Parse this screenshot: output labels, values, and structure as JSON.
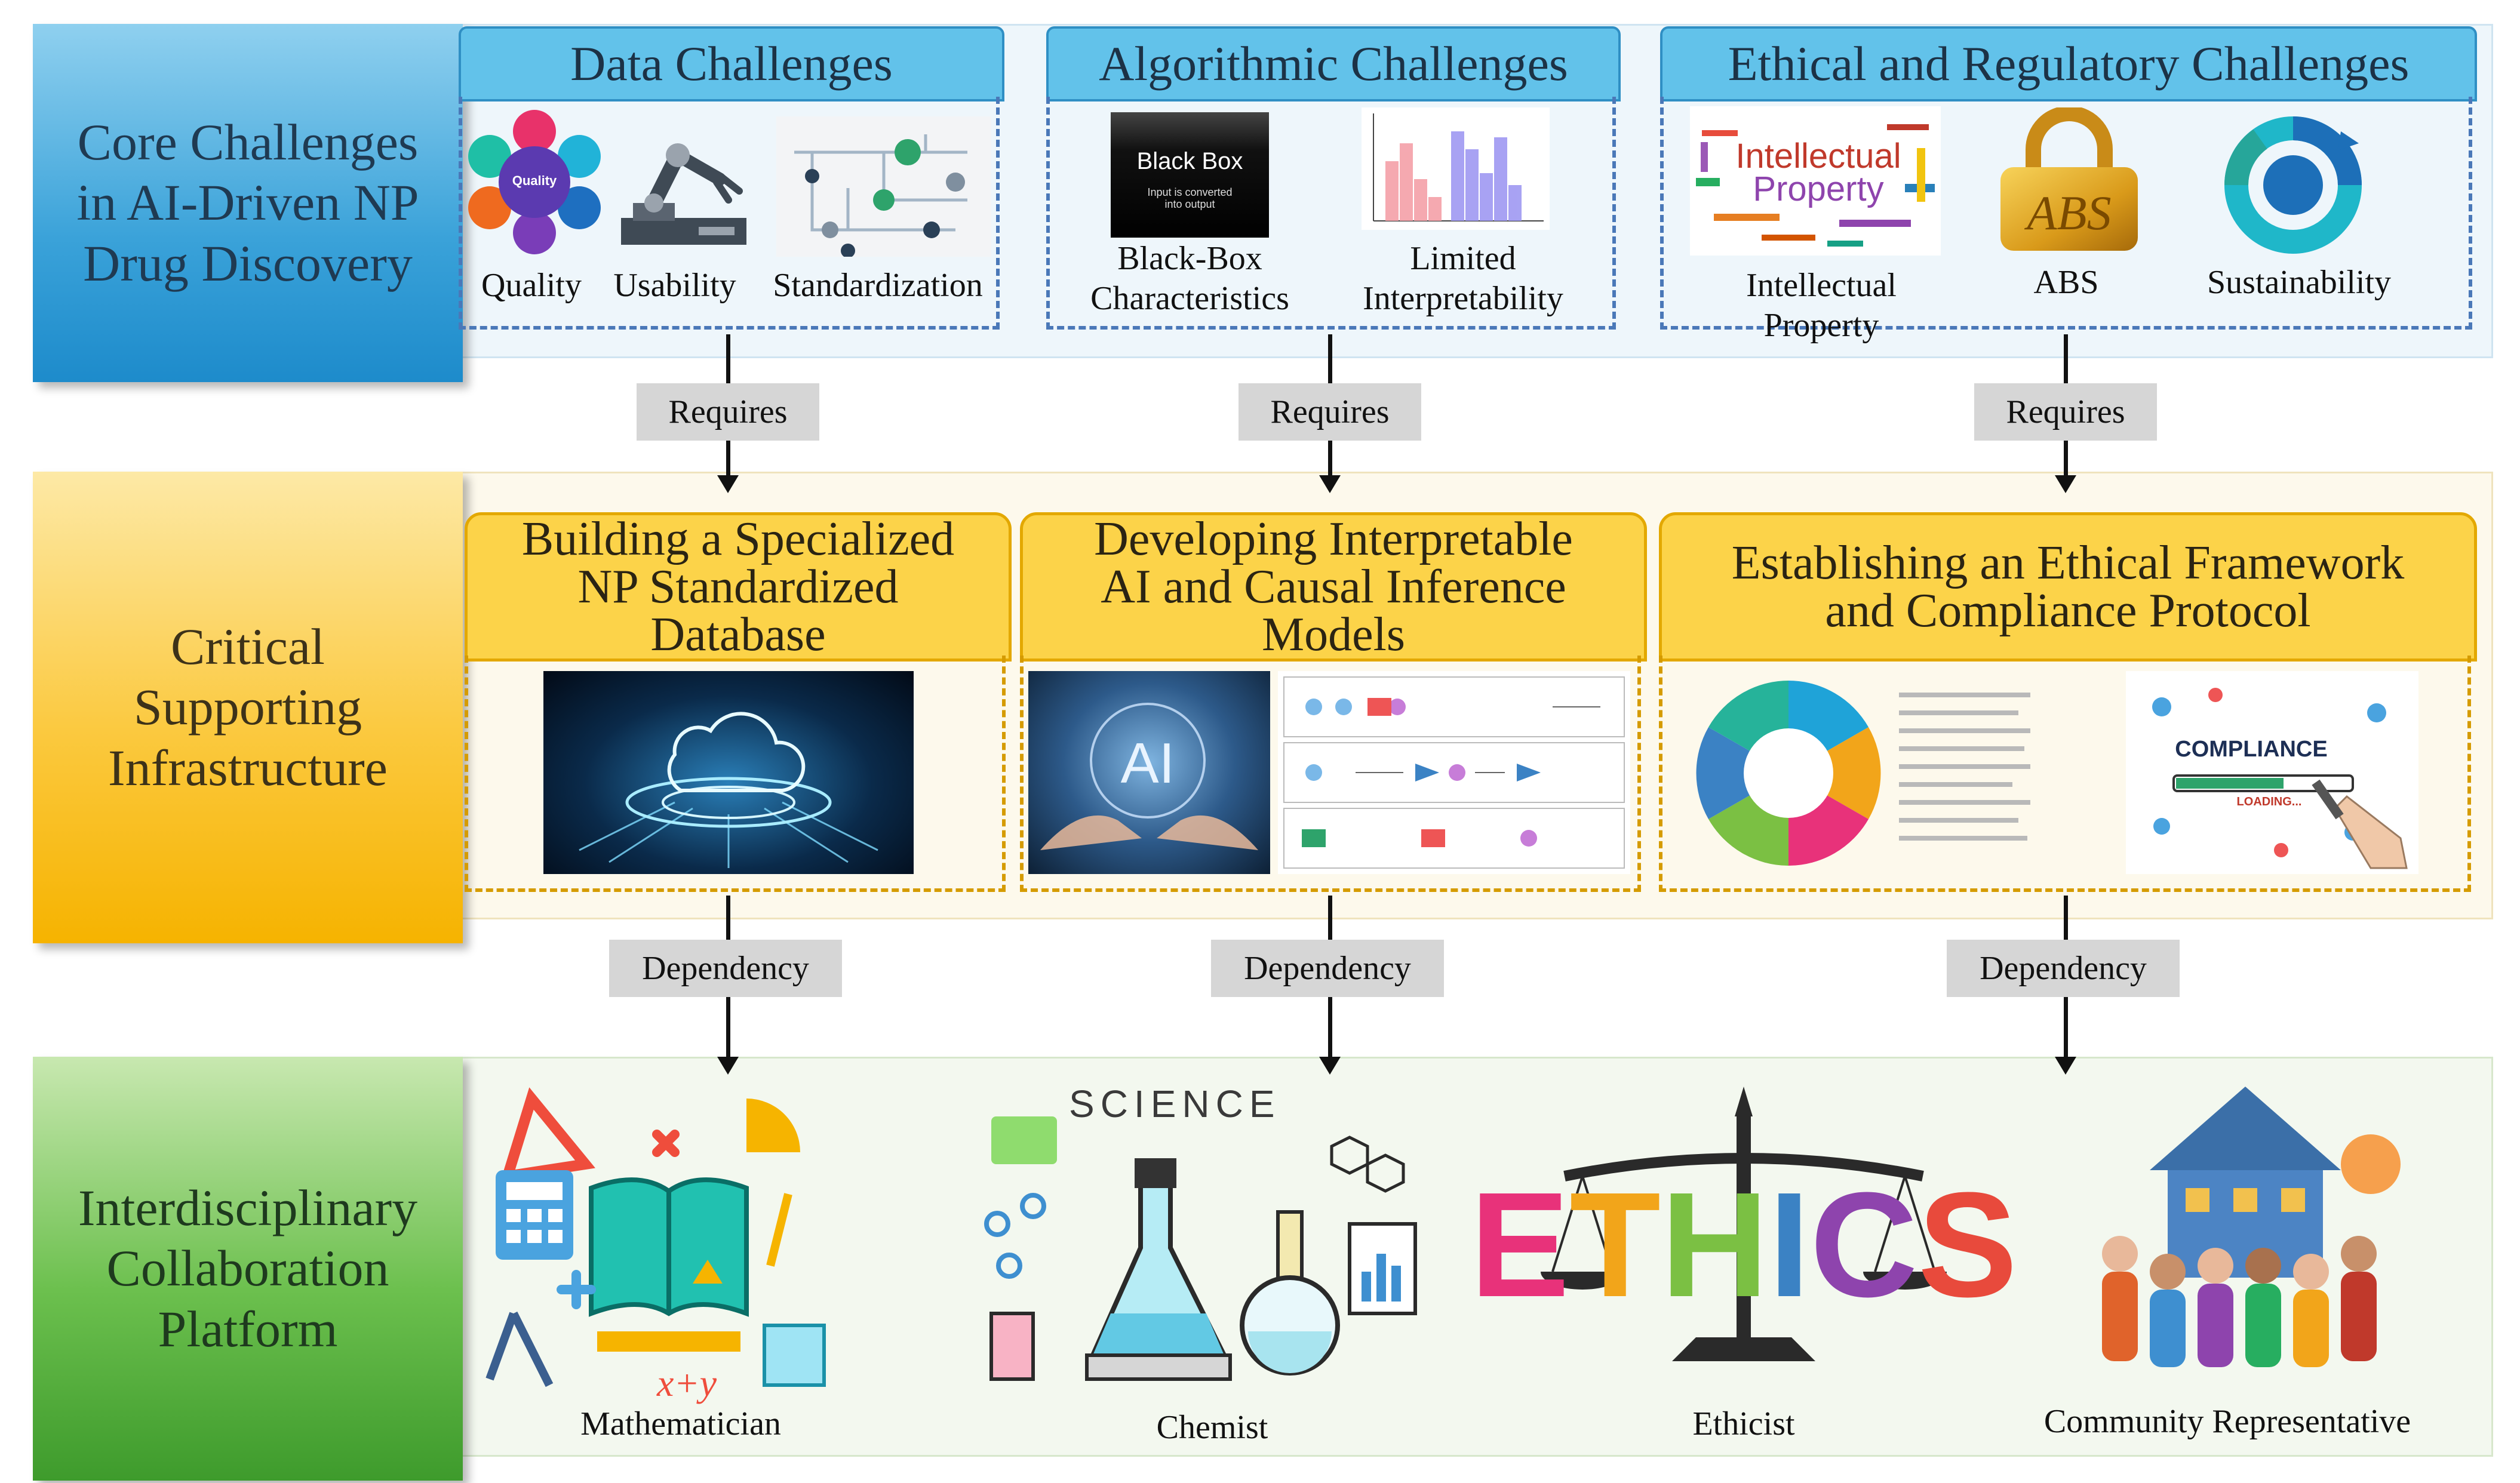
{
  "rows": {
    "core": "Core Challenges\nin AI-Driven NP\nDrug Discovery",
    "infra": "Critical\nSupporting\nInfrastructure",
    "platform": "Interdisciplinary\nCollaboration\nPlatform"
  },
  "challenges": {
    "data": {
      "title": "Data Challenges",
      "items": [
        "Quality",
        "Usability",
        "Standardization"
      ]
    },
    "algo": {
      "title": "Algorithmic Challenges",
      "items": [
        "Black-Box\nCharacteristics",
        "Limited\nInterpretability"
      ]
    },
    "ethic": {
      "title": "Ethical and Regulatory Challenges",
      "items": [
        "Intellectual Property",
        "ABS",
        "Sustainability"
      ]
    }
  },
  "connectors": {
    "requires": "Requires",
    "dependency": "Dependency"
  },
  "infrastructure": {
    "db": "Building a Specialized\nNP Standardized\nDatabase",
    "ai": "Developing Interpretable\nAI and Causal Inference\nModels",
    "eth": "Establishing an Ethical Framework\nand Compliance Protocol"
  },
  "roles": [
    "Mathematician",
    "Chemist",
    "Ethicist",
    "Community Representative"
  ],
  "image_text": {
    "quality_hub": "Quality",
    "black_box": "Black Box",
    "black_box_sub": "Input is converted\ninto output",
    "ip_cloud_1": "Intellectual",
    "ip_cloud_2": "Property",
    "abs_lock": "ABS",
    "ai_orb": "AI",
    "compliance": "COMPLIANCE",
    "loading": "LOADING...",
    "science": "SCIENCE",
    "ethics": [
      "E",
      "T",
      "H",
      "I",
      "C",
      "S"
    ],
    "math": "x+y"
  },
  "colors": {
    "blue_header": "#62c2ea",
    "yellow_header": "#fcd349",
    "ethics_letters": [
      "#e8327a",
      "#f2a51a",
      "#7bc043",
      "#3b82c4",
      "#8e44ad",
      "#e84a3c"
    ]
  }
}
